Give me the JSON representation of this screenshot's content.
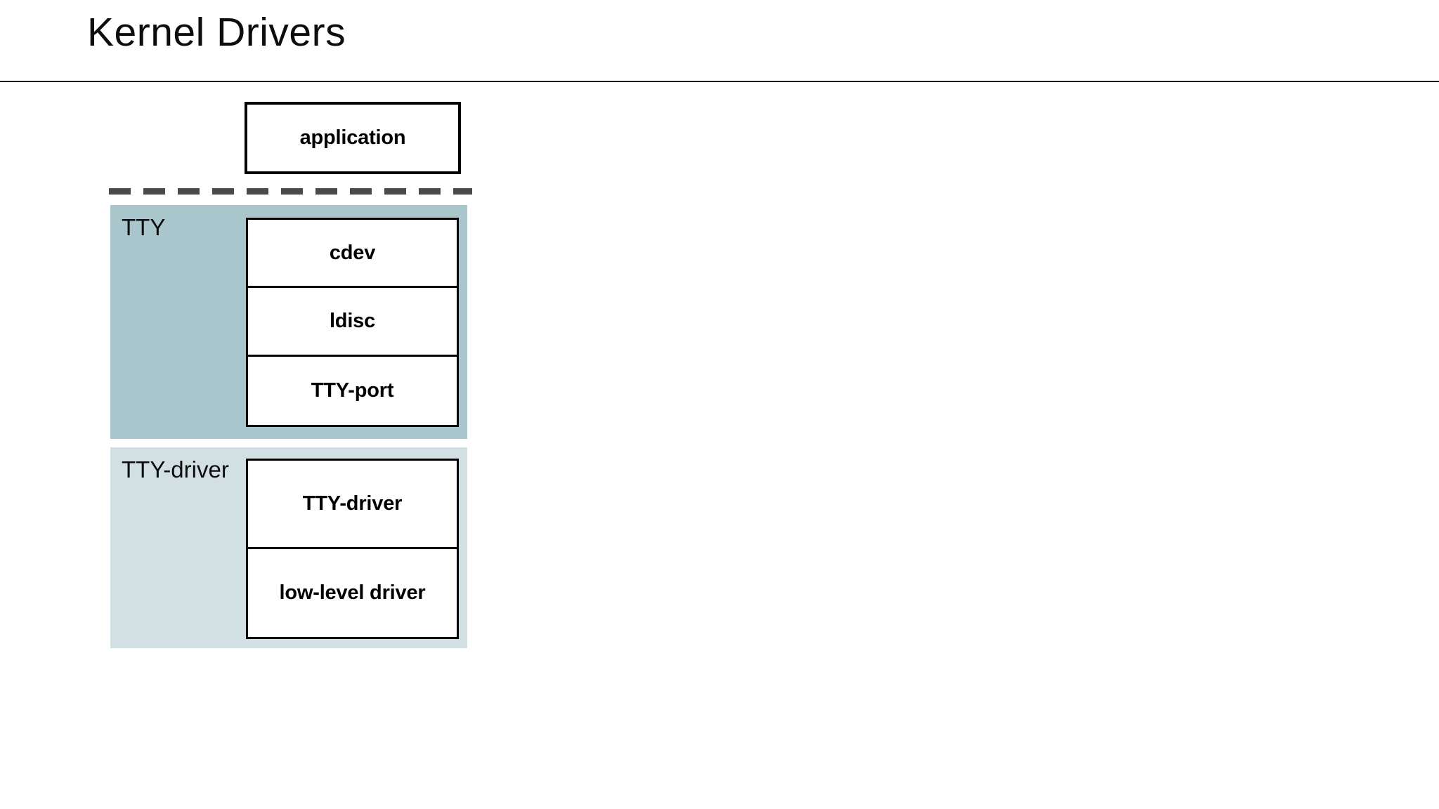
{
  "slide": {
    "title": "Kernel Drivers"
  },
  "diagram": {
    "user_space": {
      "application_label": "application"
    },
    "boundary": {
      "style": "dashed",
      "color": "#4a4a4a"
    },
    "groups": [
      {
        "id": "tty",
        "label": "TTY",
        "color": "#a8c6cc",
        "nodes": [
          {
            "label": "cdev"
          },
          {
            "label": "ldisc"
          },
          {
            "label": "TTY-port"
          }
        ]
      },
      {
        "id": "tty-driver",
        "label": "TTY-driver",
        "color": "#d3e0e3",
        "nodes": [
          {
            "label": "TTY-driver"
          },
          {
            "label": "low-level driver"
          }
        ]
      }
    ]
  },
  "colors": {
    "background": "#ffffff",
    "text": "#000000",
    "rule": "#1a1a1a",
    "tty_group_fill": "#a8c6cc",
    "tty_driver_group_fill": "#d3e0e3",
    "dash": "#4a4a4a"
  }
}
